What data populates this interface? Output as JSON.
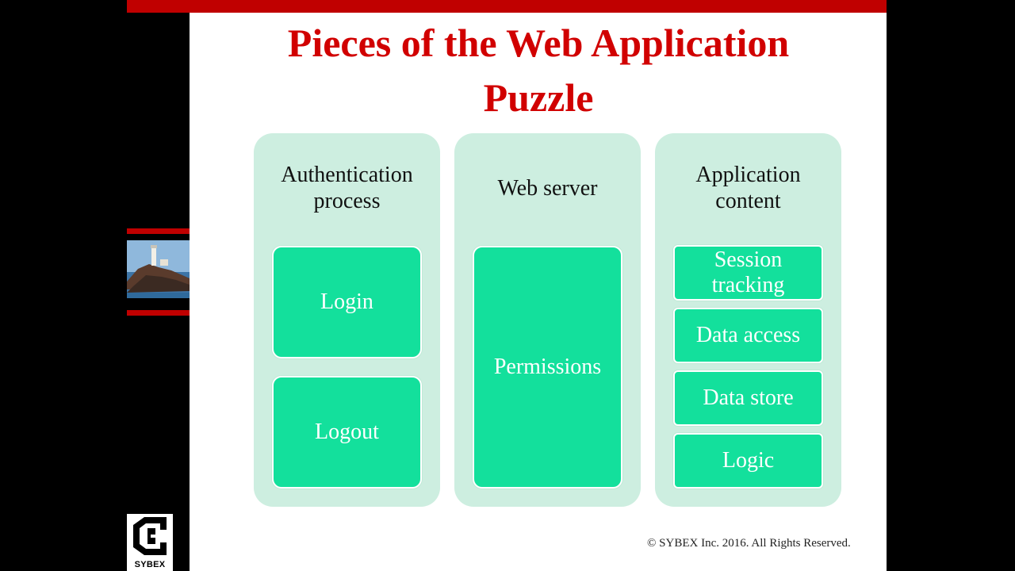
{
  "slide": {
    "title_line1": "Pieces of the Web Application",
    "title_line2": "Puzzle",
    "copyright": "© SYBEX Inc. 2016. All Rights Reserved."
  },
  "logo": {
    "text": "SYBEX"
  },
  "columns": [
    {
      "heading_line1": "Authentication",
      "heading_line2": "process",
      "items": [
        "Login",
        "Logout"
      ]
    },
    {
      "heading": "Web server",
      "items": [
        "Permissions"
      ]
    },
    {
      "heading_line1": "Application",
      "heading_line2": "content",
      "items": [
        {
          "line1": "Session",
          "line2": "tracking"
        },
        "Data access",
        "Data store",
        "Logic"
      ]
    }
  ],
  "colors": {
    "accent_red": "#c00000",
    "title_red": "#d10000",
    "column_bg": "#cdeee0",
    "box_green": "#13e09c"
  }
}
